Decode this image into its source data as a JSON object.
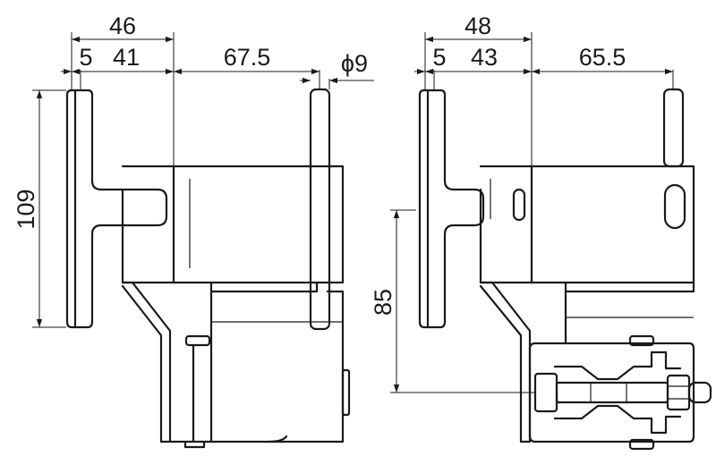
{
  "left_view": {
    "dims": {
      "overall_width": "46",
      "plate_thickness": "5",
      "body_width": "41",
      "pin_offset": "67.5",
      "pin_diameter": "ϕ9",
      "height": "109"
    }
  },
  "right_view": {
    "dims": {
      "overall_width": "48",
      "plate_thickness": "5",
      "body_width": "43",
      "pin_offset": "65.5",
      "clamp_height": "85"
    }
  }
}
